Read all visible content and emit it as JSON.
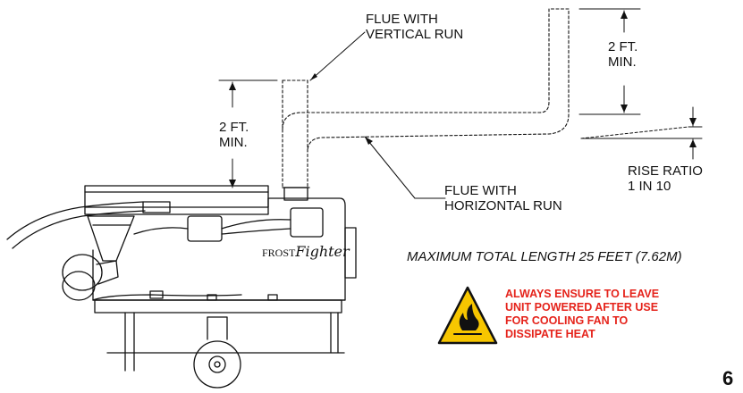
{
  "labels": {
    "flue_vertical": "FLUE WITH\nVERTICAL RUN",
    "flue_horizontal": "FLUE WITH\nHORIZONTAL RUN",
    "min_left": "2 FT.\nMIN.",
    "min_right": "2 FT.\nMIN.",
    "rise_ratio": "RISE RATIO\n1 IN 10"
  },
  "note": "MAXIMUM TOTAL LENGTH 25 FEET (7.62M)",
  "warning": {
    "text": "ALWAYS ENSURE TO LEAVE\nUNIT POWERED AFTER USE\nFOR COOLING FAN TO\nDISSIPATE HEAT",
    "icon": "flammable-warning-icon",
    "color": "#e5231b",
    "icon_fill": "#f7c600"
  },
  "brand": {
    "word1": "FROST",
    "word2": "Fighter"
  },
  "page_number": "6"
}
